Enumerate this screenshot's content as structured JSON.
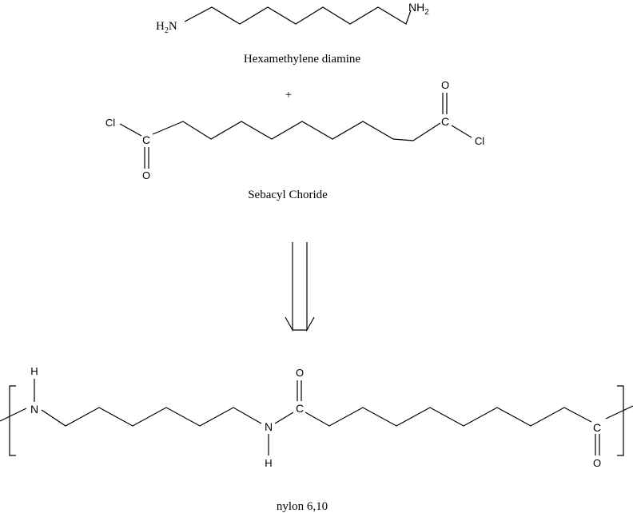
{
  "reactant1": {
    "left_group": "H2N",
    "right_group": "NH2",
    "name": "Hexamethylene diamine"
  },
  "plus": "+",
  "reactant2": {
    "left_cl": "Cl",
    "right_cl": "Cl",
    "carbon": "C",
    "oxygen": "O",
    "name": "Sebacyl Choride"
  },
  "product": {
    "nitrogen": "N",
    "hydrogen": "H",
    "carbon": "C",
    "oxygen": "O",
    "name": "nylon 6,10"
  }
}
